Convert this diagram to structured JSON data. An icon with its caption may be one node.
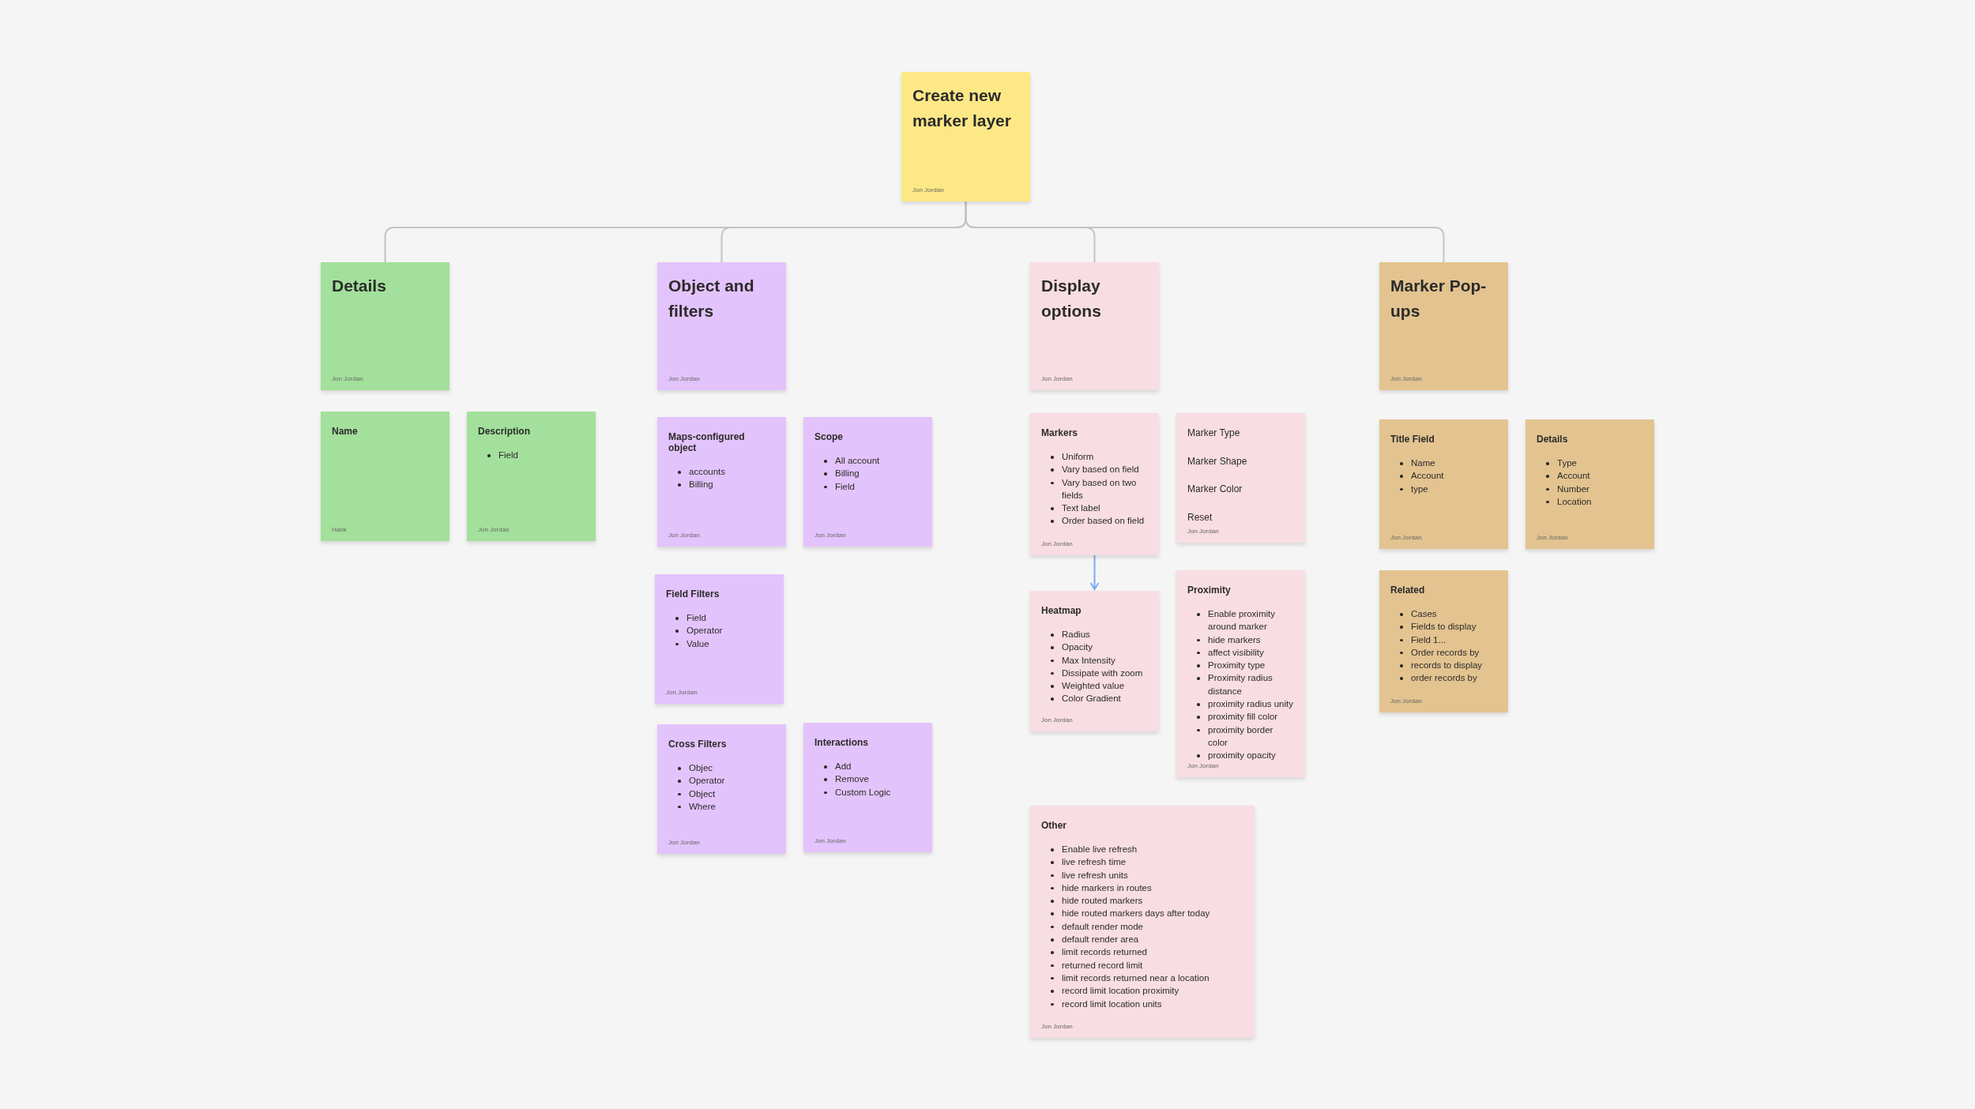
{
  "diagram": {
    "nodes": [
      {
        "text": [
          "Create new marker layer",
          "Jon Jordan"
        ]
      },
      {
        "text": [
          "Details",
          "Jon Jordan"
        ]
      },
      {
        "text": [
          "Object and filters",
          "Jon Jordan"
        ]
      },
      {
        "text": [
          "Display options",
          "Jon Jordan"
        ]
      },
      {
        "text": [
          "Marker Pop-ups",
          "Jon Jordan"
        ]
      },
      {
        "text": [
          "Name",
          "Hank"
        ]
      },
      {
        "text": [
          "Description",
          "Field",
          "Jon Jordan"
        ]
      },
      {
        "text": [
          "Maps-configured object",
          "accounts",
          "Billing",
          "Jon Jordan"
        ]
      },
      {
        "text": [
          "Scope",
          "All account",
          "Billing",
          "Field",
          "Jon Jordan"
        ]
      },
      {
        "text": [
          "Field Filters",
          "Field",
          "Operator",
          "Value",
          "Jon Jordan"
        ]
      },
      {
        "text": [
          "Cross Filters",
          "Objec",
          "Operator",
          "Object",
          "Where",
          "Jon Jordan"
        ]
      },
      {
        "text": [
          "Interactions",
          "Add",
          "Remove",
          "Custom Logic",
          "Jon Jordan"
        ]
      },
      {
        "text": [
          "Markers",
          "Uniform",
          "Vary based on field",
          "Vary based on two fields",
          "Text label",
          "Order based on field",
          "Jon Jordan"
        ]
      },
      {
        "text": [
          "Marker Type",
          "Marker Shape",
          "Marker Color",
          "Reset",
          "Jon Jordan"
        ]
      },
      {
        "text": [
          "Heatmap",
          "Radius",
          "Opacity",
          "Max Intensity",
          "Dissipate with zoom",
          "Weighted value",
          "Color Gradient",
          "Jon Jordan"
        ]
      },
      {
        "text": [
          "Proximity",
          "Enable proximity around marker",
          "hide markers",
          "affect visibility",
          "Proximity type",
          "Proximity radius distance",
          "proximity radius unity",
          "proximity fill color",
          "proximity border color",
          "proximity opacity",
          "Jon Jordan"
        ]
      },
      {
        "text": [
          "Other",
          "Enable live refresh",
          "live refresh time",
          "live refresh units",
          "hide markers in routes",
          "hide routed markers",
          "hide routed markers days after today",
          "default render mode",
          "default render area",
          "limit records returned",
          "returned record limit",
          "limit records returned near a location",
          "record limit location proximity",
          "record limit location units",
          "Jon Jordan"
        ]
      },
      {
        "text": [
          "Title Field",
          "Name",
          "Account",
          "type",
          "Jon Jordan"
        ]
      },
      {
        "text": [
          "Details",
          "Type",
          "Account",
          "Number",
          "Location",
          "Jon Jordan"
        ]
      },
      {
        "text": [
          "Related",
          "Cases",
          "Fields to display",
          "Field 1...",
          "Order records by",
          "records to display",
          "order records by",
          "Jon Jordan"
        ]
      }
    ],
    "edges": [
      {
        "from": 0,
        "to": 1,
        "arrow": "none"
      },
      {
        "from": 0,
        "to": 2,
        "arrow": "none"
      },
      {
        "from": 0,
        "to": 3,
        "arrow": "none"
      },
      {
        "from": 0,
        "to": 4,
        "arrow": "none"
      },
      {
        "from": 12,
        "to": 14,
        "arrow": "to",
        "color": "#7aa7f5"
      }
    ]
  }
}
